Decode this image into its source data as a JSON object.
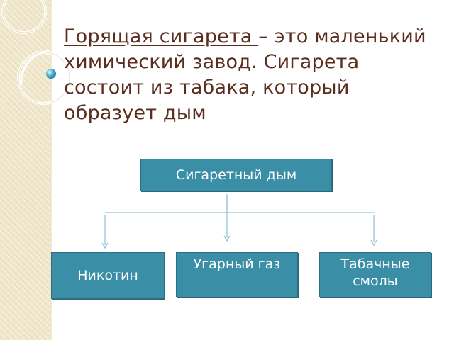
{
  "slide": {
    "title_underlined": "Горящая сигарета ",
    "title_rest": "– это маленький химический завод. Сигарета состоит из табака, который образует дым"
  },
  "diagram": {
    "root": "Сигаретный дым",
    "children": [
      {
        "label": "Никотин"
      },
      {
        "label": "Угарный газ"
      },
      {
        "label": "Табачные смолы"
      }
    ]
  },
  "colors": {
    "box_fill": "#3a8ea6",
    "box_text": "#ffffff",
    "title_text": "#5a2e1e",
    "connector": "#8fc3d4",
    "band": "#efe6c9"
  }
}
